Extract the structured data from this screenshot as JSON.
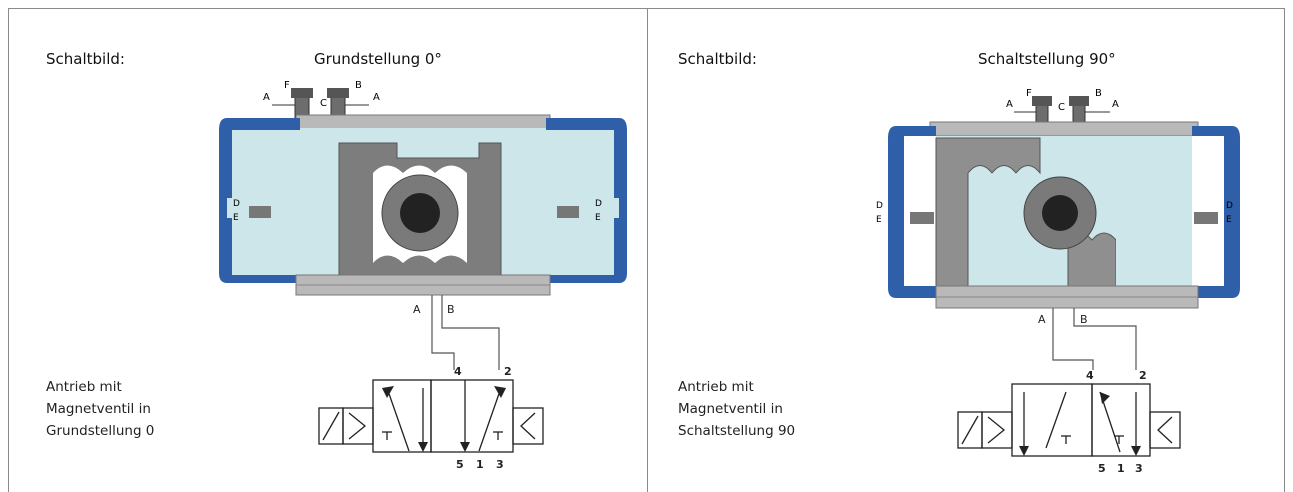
{
  "panels": [
    {
      "heading": "Schaltbild:",
      "title": "Grundstellung 0°",
      "caption": [
        "Antrieb mit",
        "Magnetventil in",
        "Grundstellung 0"
      ],
      "actuator_labels": {
        "top": [
          "A",
          "F",
          "C",
          "B",
          "A"
        ],
        "side_left": [
          "D",
          "E"
        ],
        "side_right": [
          "D",
          "E"
        ],
        "ports": [
          "A",
          "B"
        ]
      },
      "valve_labels": {
        "port4": "4",
        "port2": "2",
        "bottom": [
          "5",
          "1",
          "3"
        ]
      }
    },
    {
      "heading": "Schaltbild:",
      "title": "Schaltstellung 90°",
      "caption": [
        "Antrieb mit",
        "Magnetventil in",
        "Schaltstellung 90"
      ],
      "actuator_labels": {
        "top": [
          "A",
          "F",
          "C",
          "B",
          "A"
        ],
        "side_left": [
          "D",
          "E"
        ],
        "side_right": [
          "D",
          "E"
        ],
        "ports": [
          "A",
          "B"
        ]
      },
      "valve_labels": {
        "port4": "4",
        "port2": "2",
        "bottom": [
          "5",
          "1",
          "3"
        ]
      }
    }
  ],
  "colors": {
    "housing_blue": "#2f5fa8",
    "chamber_light": "#cde6ea",
    "metal_gray": "#8f8f8f",
    "dark_gray": "#5c5c5c",
    "line": "#222222"
  }
}
